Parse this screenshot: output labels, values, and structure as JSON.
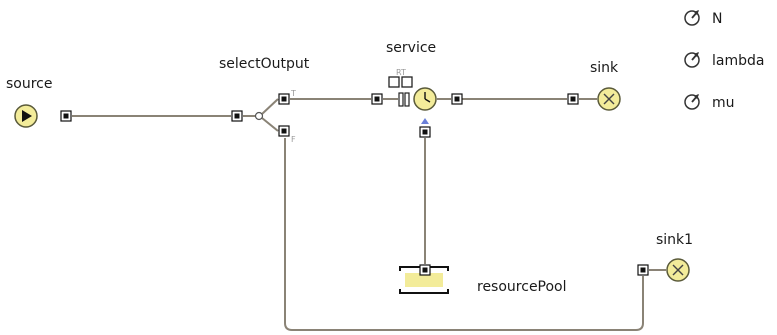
{
  "blocks": {
    "source": {
      "label": "source"
    },
    "select_output": {
      "label": "selectOutput",
      "port_true": "T",
      "port_false": "F"
    },
    "service": {
      "label": "service",
      "port_rt": "RT"
    },
    "sink": {
      "label": "sink"
    },
    "sink1": {
      "label": "sink1"
    },
    "resource_pool": {
      "label": "resourcePool"
    }
  },
  "parameters": [
    {
      "label": "N"
    },
    {
      "label": "lambda"
    },
    {
      "label": "mu"
    }
  ],
  "colors": {
    "block_fill": "#f3ec9a",
    "block_stroke": "#5a5a3a",
    "wire": "#8a8376",
    "port": "#111111",
    "blue_arrow": "#6a7fd8"
  }
}
